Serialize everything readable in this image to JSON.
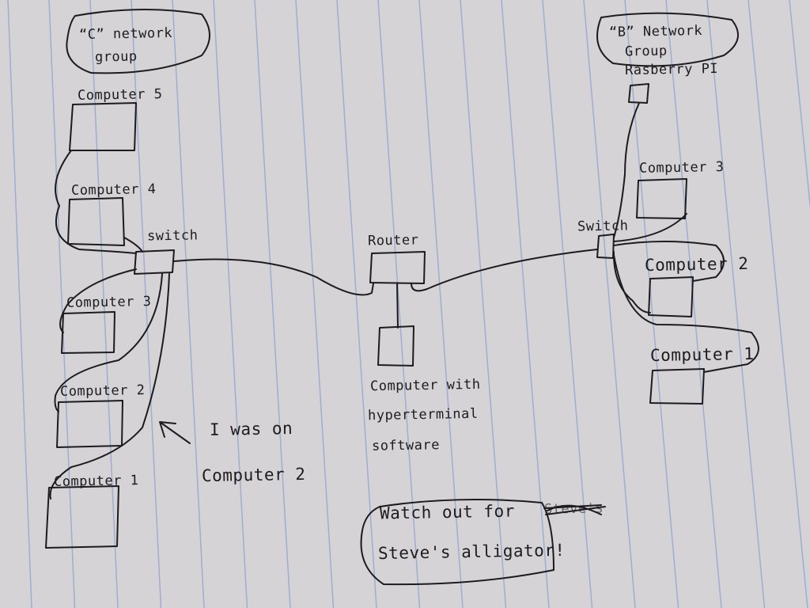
{
  "colors": {
    "paper": "#d6d3d6",
    "rule_line": "#8fa6cf",
    "ink": "#1e1b1e"
  },
  "group_c": {
    "title_line1": "“C” network",
    "title_line2": "group",
    "switch": "switch",
    "computers": [
      "Computer 5",
      "Computer 4",
      "Computer 3",
      "Computer 2",
      "Computer 1"
    ]
  },
  "group_b": {
    "title_line1": "“B” Network",
    "title_line2": "Group",
    "raspberry": "Rasberry PI",
    "switch": "Switch",
    "computers": [
      "Computer 3",
      "Computer 2",
      "Computer 1"
    ]
  },
  "center": {
    "router": "Router",
    "computer_line1": "Computer with",
    "computer_line2": "hyperterminal",
    "computer_line3": "software"
  },
  "annotation": {
    "line1": "I was on",
    "line2": "Computer 2"
  },
  "warning": {
    "line1": "Watch out for",
    "line2": "Steve's alligator!",
    "crossed_out": "Steve's"
  }
}
